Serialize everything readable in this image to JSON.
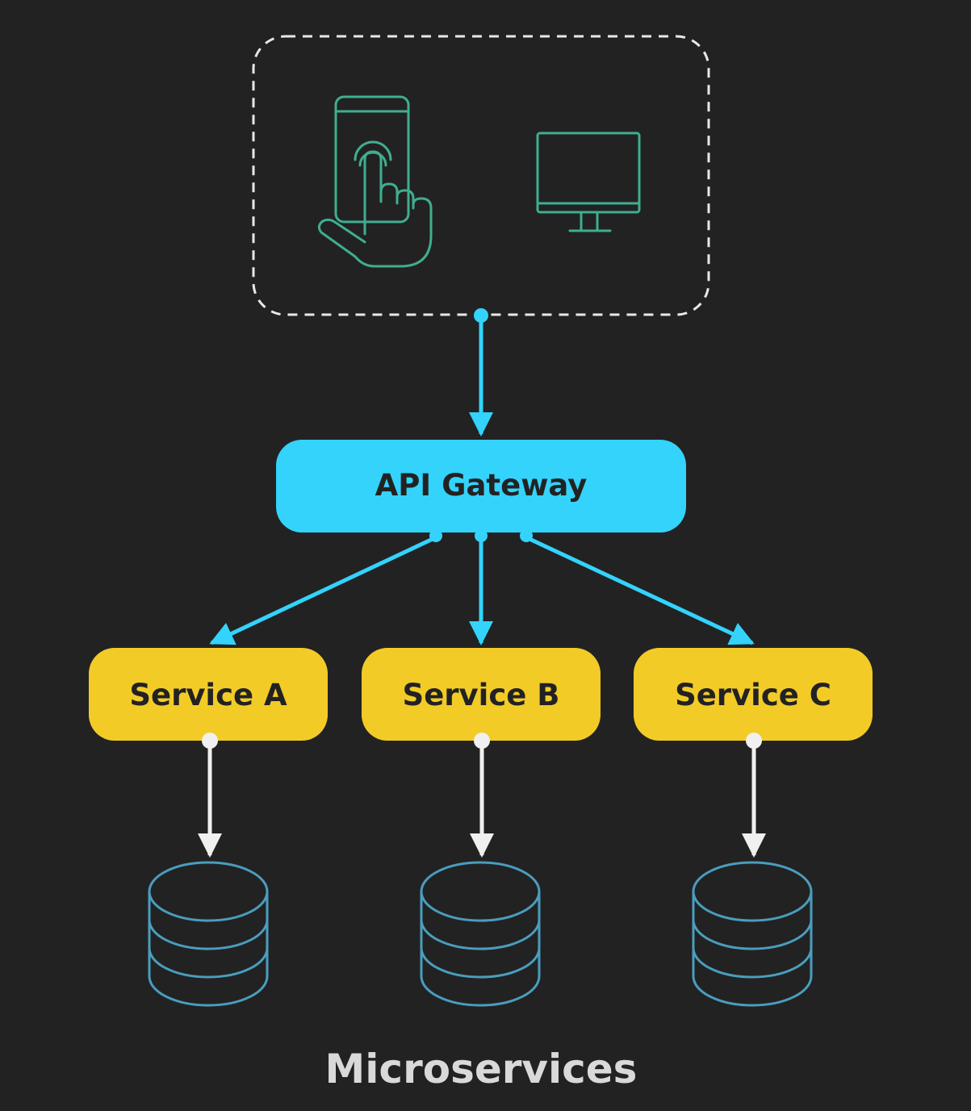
{
  "diagram": {
    "gateway": {
      "label": "API Gateway"
    },
    "services": [
      {
        "label": "Service A"
      },
      {
        "label": "Service B"
      },
      {
        "label": "Service C"
      }
    ],
    "caption": "Microservices"
  },
  "colors": {
    "background": "#222223",
    "gateway_fill": "#33d3fb",
    "service_fill": "#f2cb27",
    "label_text": "#222223",
    "caption_text": "#d9d9d9",
    "arrow_blue": "#33d3fb",
    "arrow_white": "#f0f0f0",
    "icon_green": "#3fae8f",
    "database_stroke": "#4a9dbd",
    "dashed_border": "#e8e8e8"
  },
  "icons": [
    "touch-phone-icon",
    "desktop-monitor-icon",
    "database-icon"
  ]
}
